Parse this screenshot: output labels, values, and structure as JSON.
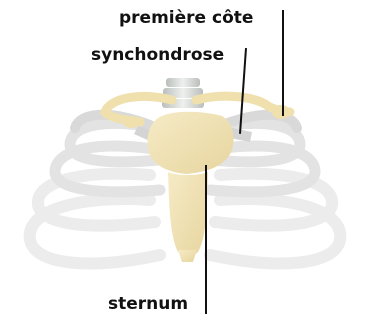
{
  "labels": {
    "first_rib": "première côte",
    "synchondrosis": "synchondrose",
    "sternum": "sternum"
  },
  "colors": {
    "bone": "#f1e3b3",
    "rib": "#e5e5e5",
    "vertebra": "#cfd2d0",
    "leader": "#111111"
  }
}
